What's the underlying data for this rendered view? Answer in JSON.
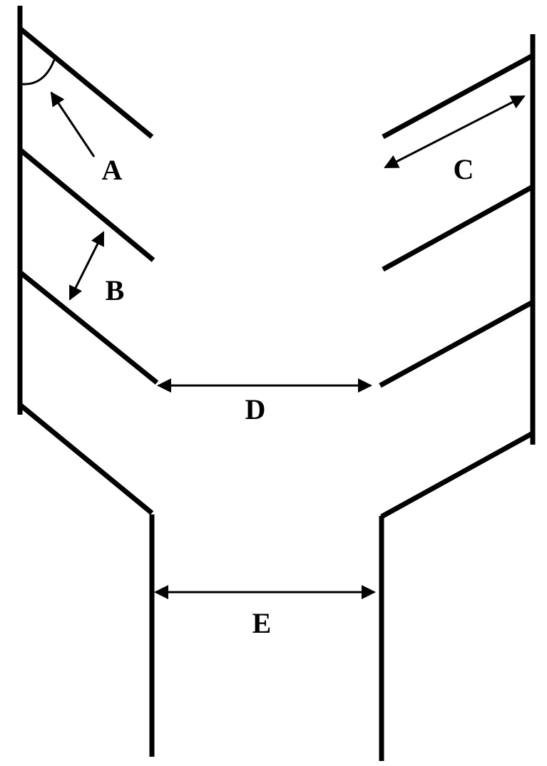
{
  "diagram": {
    "labels": {
      "a": "A",
      "b": "B",
      "c": "C",
      "d": "D",
      "e": "E"
    },
    "colors": {
      "stroke": "#000000",
      "background": "#ffffff"
    }
  }
}
